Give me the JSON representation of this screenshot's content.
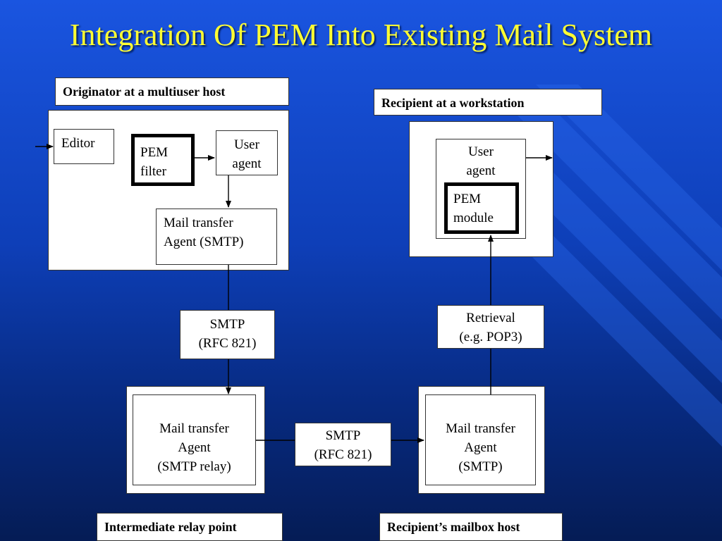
{
  "slide": {
    "title": "Integration Of PEM Into Existing Mail System"
  },
  "labels": {
    "originator": "Originator at a multiuser host",
    "recipient": "Recipient at a workstation",
    "relay_point": "Intermediate relay point",
    "mailbox_host": "Recipient’s mailbox host"
  },
  "originator": {
    "editor": "Editor",
    "pem_filter_l1": "PEM",
    "pem_filter_l2": "filter",
    "user_agent_l1": "User",
    "user_agent_l2": "agent",
    "mta_l1": "Mail transfer",
    "mta_l2": "Agent (SMTP)"
  },
  "protocols": {
    "smtp1_l1": "SMTP",
    "smtp1_l2": "(RFC 821)",
    "smtp2_l1": "SMTP",
    "smtp2_l2": "(RFC 821)",
    "retrieval_l1": "Retrieval",
    "retrieval_l2": "(e.g. POP3)"
  },
  "relay": {
    "mta_l1": "Mail transfer",
    "mta_l2": "Agent",
    "mta_l3": "(SMTP relay)"
  },
  "mailbox": {
    "mta_l1": "Mail transfer",
    "mta_l2": "Agent",
    "mta_l3": "(SMTP)"
  },
  "workstation": {
    "user_agent_l1": "User",
    "user_agent_l2": "agent",
    "pem_module_l1": "PEM",
    "pem_module_l2": "module"
  },
  "colors": {
    "title": "#ffff33",
    "background_top": "#1a55e0",
    "background_bottom": "#051c55"
  }
}
